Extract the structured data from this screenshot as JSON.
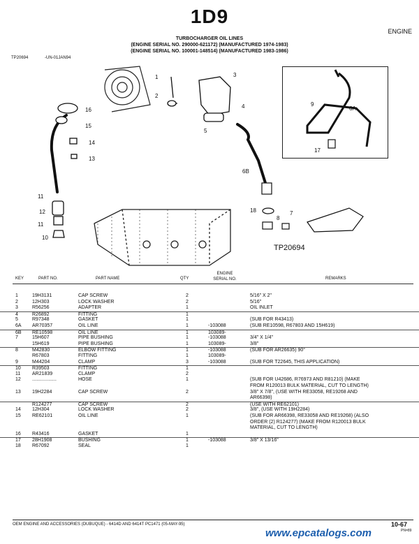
{
  "page": {
    "title": "1D9",
    "section": "ENGINE",
    "header": {
      "title": "TURBOCHARGER OIL LINES",
      "serial1": "(ENGINE SERIAL NO. 290000-621172) (MANUFACTURED 1974-1983)",
      "serial2": "(ENGINE SERIAL NO. 100001-148514) (MANUFACTURED 1983-1986)"
    },
    "figure_ref": "TP20694",
    "figure_date": "-UN-01JAN94",
    "figure_caption": "TP20694"
  },
  "callouts": [
    "1",
    "2",
    "3",
    "4",
    "5",
    "6A",
    "6B",
    "7",
    "8",
    "9",
    "10",
    "11",
    "12",
    "13",
    "14",
    "15",
    "16",
    "17",
    "18",
    "9",
    "6A",
    "17"
  ],
  "table": {
    "headers": {
      "key": "KEY",
      "part_no": "PART NO.",
      "part_name": "PART NAME",
      "qty": "QTY",
      "engine_serial_1": "ENGINE",
      "engine_serial_2": "SERIAL NO.",
      "remarks": "REMARKS"
    },
    "rows": [
      {
        "key": "1",
        "part": "19H3131",
        "name": "CAP SCREW",
        "qty": "2",
        "eng": "",
        "rem": "5/16\" X 2\"",
        "rule": false
      },
      {
        "key": "2",
        "part": "12H303",
        "name": "LOCK WASHER",
        "qty": "2",
        "eng": "",
        "rem": "5/16\"",
        "rule": false
      },
      {
        "key": "3",
        "part": "R56256",
        "name": "ADAPTER",
        "qty": "1",
        "eng": "",
        "rem": "OIL INLET",
        "rule": false
      },
      {
        "key": "4",
        "part": "R26892",
        "name": "FITTING",
        "qty": "1",
        "eng": "",
        "rem": "",
        "rule": true
      },
      {
        "key": "5",
        "part": "R97348",
        "name": "GASKET",
        "qty": "1",
        "eng": "",
        "rem": "(SUB FOR R43413)",
        "rule": false
      },
      {
        "key": "6A",
        "part": "AR70357",
        "name": "OIL LINE",
        "qty": "1",
        "eng": "-103088",
        "rem": "(SUB RE10598, R67803 AND 15H619)",
        "rule": false
      },
      {
        "key": "6B",
        "part": "RE10598",
        "name": "OIL LINE",
        "qty": "1",
        "eng": "103089-",
        "rem": "",
        "rule": true
      },
      {
        "key": "7",
        "part": "15H607",
        "name": "PIPE BUSHING",
        "qty": "1",
        "eng": "-103088",
        "rem": "3/4\" X 1/4\"",
        "rule": false
      },
      {
        "key": "",
        "part": "15H619",
        "name": "PIPE BUSHING",
        "qty": "1",
        "eng": "103089-",
        "rem": "3/8\"",
        "rule": false
      },
      {
        "key": "8",
        "part": "M42830",
        "name": "ELBOW FITTING",
        "qty": "1",
        "eng": "-103088",
        "rem": "(SUB FOR AR26635) 90°",
        "rule": true
      },
      {
        "key": "",
        "part": "R67803",
        "name": "FITTING",
        "qty": "1",
        "eng": "103089-",
        "rem": "",
        "rule": false
      },
      {
        "key": "9",
        "part": "M44204",
        "name": "CLAMP",
        "qty": "3",
        "eng": "-103088",
        "rem": "(SUB FOR T22645, THIS APPLICATION)",
        "rule": false
      },
      {
        "key": "10",
        "part": "R39503",
        "name": "FITTING",
        "qty": "1",
        "eng": "",
        "rem": "",
        "rule": true
      },
      {
        "key": "11",
        "part": "AR21839",
        "name": "CLAMP",
        "qty": "2",
        "eng": "",
        "rem": "",
        "rule": false
      },
      {
        "key": "12",
        "part": "..................",
        "name": "HOSE",
        "qty": "1",
        "eng": "",
        "rem": "(SUB FOR U42686, R76973 AND R81210) (MAKE",
        "rule": false
      },
      {
        "key": "",
        "part": "",
        "name": "",
        "qty": "",
        "eng": "",
        "rem": "  FROM R120013 BULK MATERIAL, CUT TO LENGTH)",
        "rule": false
      },
      {
        "key": "13",
        "part": "19H2284",
        "name": "CAP SCREW",
        "qty": "2",
        "eng": "",
        "rem": "3/8\" X 7/8\", (USE WITH RE33058, RE19268 AND",
        "rule": false
      },
      {
        "key": "",
        "part": "",
        "name": "",
        "qty": "",
        "eng": "",
        "rem": "  AR66398)",
        "rule": false
      },
      {
        "key": "",
        "part": "R124277",
        "name": "CAP SCREW",
        "qty": "2",
        "eng": "",
        "rem": "(USE WITH RE62101)",
        "rule": true
      },
      {
        "key": "14",
        "part": "12H304",
        "name": "LOCK WASHER",
        "qty": "2",
        "eng": "",
        "rem": "3/8\", (USE WITH 19H2284)",
        "rule": false
      },
      {
        "key": "15",
        "part": "RE62101",
        "name": "OIL LINE",
        "qty": "1",
        "eng": "",
        "rem": "(SUB FOR AR66398, RE33058 AND RE19268) (ALSO",
        "rule": false
      },
      {
        "key": "",
        "part": "",
        "name": "",
        "qty": "",
        "eng": "",
        "rem": "  ORDER (2) R124277) (MAKE FROM R120013 BULK",
        "rule": false
      },
      {
        "key": "",
        "part": "",
        "name": "",
        "qty": "",
        "eng": "",
        "rem": "  MATERIAL, CUT TO LENGTH)",
        "rule": false
      },
      {
        "key": "16",
        "part": "R43416",
        "name": "GASKET",
        "qty": "1",
        "eng": "",
        "rem": "",
        "rule": false
      },
      {
        "key": "17",
        "part": "28H1908",
        "name": "BUSHING",
        "qty": "1",
        "eng": "-103088",
        "rem": "3/8\" X 13/16\"",
        "rule": true
      },
      {
        "key": "18",
        "part": "R67092",
        "name": "SEAL",
        "qty": "1",
        "eng": "",
        "rem": "",
        "rule": false
      }
    ]
  },
  "footer": {
    "text": "OEM ENGINE AND ACCESSORIES (DUBUQUE) - 6414D AND 6414T    PC1471      (05-MAY-95)",
    "page_number": "10-67",
    "page_code": "PN=89",
    "watermark": "www.epcatalogs.com"
  }
}
